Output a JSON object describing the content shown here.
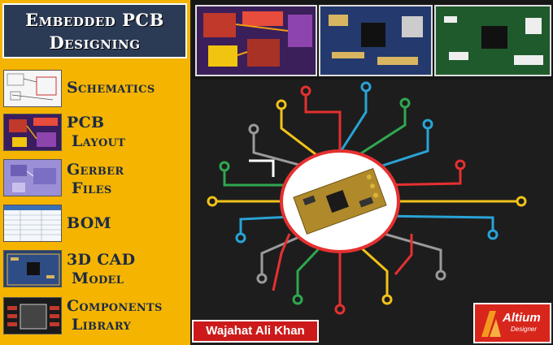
{
  "title": {
    "line1": "Embedded PCB",
    "line2": "Designing"
  },
  "services": [
    {
      "label_line1": "Schematics",
      "label_line2": "",
      "thumb_icon": "schematic-thumbnail"
    },
    {
      "label_line1": "PCB",
      "label_line2": "Layout",
      "thumb_icon": "pcb-layout-thumbnail"
    },
    {
      "label_line1": "Gerber",
      "label_line2": "Files",
      "thumb_icon": "gerber-thumbnail"
    },
    {
      "label_line1": "BOM",
      "label_line2": "",
      "thumb_icon": "bom-thumbnail"
    },
    {
      "label_line1": "3D CAD",
      "label_line2": "Model",
      "thumb_icon": "3d-model-thumbnail"
    },
    {
      "label_line1": "Components",
      "label_line2": "Library",
      "thumb_icon": "component-footprint-thumbnail"
    }
  ],
  "author": "Wajahat Ali Khan",
  "logo": {
    "name": "Altium",
    "sub": "Designer"
  },
  "colors": {
    "accent": "#f4b400",
    "title_bg": "#2b3a55",
    "author_bg": "#cc1a1a",
    "trace_colors": [
      "#e63030",
      "#2fa84f",
      "#29a3d6",
      "#f2c21a",
      "#9a9a9a",
      "#ffffff"
    ]
  }
}
